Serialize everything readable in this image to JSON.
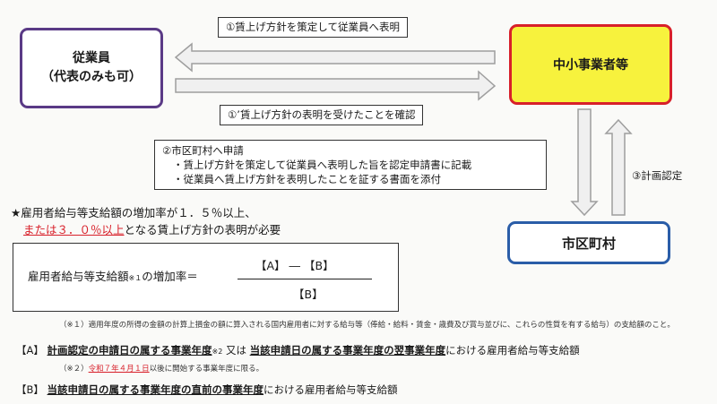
{
  "employee": {
    "line1": "従業員",
    "line2": "（代表のみも可）"
  },
  "sme": {
    "label": "中小事業者等"
  },
  "city": {
    "label": "市区町村"
  },
  "step1": "①賃上げ方針を策定して従業員へ表明",
  "step1b": "①’賃上げ方針の表明を受けたことを確認",
  "step2": {
    "title": "②市区町村へ申請",
    "items": [
      "・賃上げ方針を策定して従業員へ表明した旨を認定申請書に記載",
      "・従業員へ賃上げ方針を表明したことを証する書面を添付"
    ]
  },
  "step3": "③計画認定",
  "requirement": {
    "line1": "★雇用者給与等支給額の増加率が１．５％以上、",
    "line2_red": "または３．０％以上",
    "line2_rest": "となる賃上げ方針の表明が必要"
  },
  "formula": {
    "label": "雇用者給与等支給額",
    "note_mark": "※１",
    "label_tail": "の増加率＝",
    "numerator": "【A】 ― 【B】",
    "denominator": "【B】"
  },
  "note1": "（※１）適用年度の所得の金額の計算上損金の額に算入される国内雇用者に対する給与等（俸給・給料・賃金・歳費及び賞与並びに、これらの性質を有する給与）の支給額のこと。",
  "defA": {
    "prefix": "【A】 ",
    "bold1": "計画認定の申請日の属する事業年度",
    "note_mark": "※2",
    "mid": " 又は ",
    "bold2": "当該申請日の属する事業年度の翌事業年度",
    "tail": "における雇用者給与等支給額"
  },
  "note2": {
    "prefix": "（※２）",
    "red": "令和７年４月１日",
    "tail": "以後に開始する事業年度に限る。"
  },
  "defB": {
    "prefix": "【B】 ",
    "bold": "当該申請日の属する事業年度の直前の事業年度",
    "tail": "における雇用者給与等支給額"
  },
  "colors": {
    "employee_border": "#5a3a86",
    "sme_border": "#d8202a",
    "sme_fill": "#f7f23d",
    "city_border": "#2a5da8",
    "arrow": "#9e9e9e",
    "accent_red": "#d8202a"
  },
  "arrows": [
    {
      "name": "arrow-sme-to-employee",
      "direction": "left"
    },
    {
      "name": "arrow-employee-to-sme",
      "direction": "right"
    },
    {
      "name": "arrow-sme-to-city",
      "direction": "down"
    },
    {
      "name": "arrow-city-to-sme",
      "direction": "up"
    }
  ]
}
